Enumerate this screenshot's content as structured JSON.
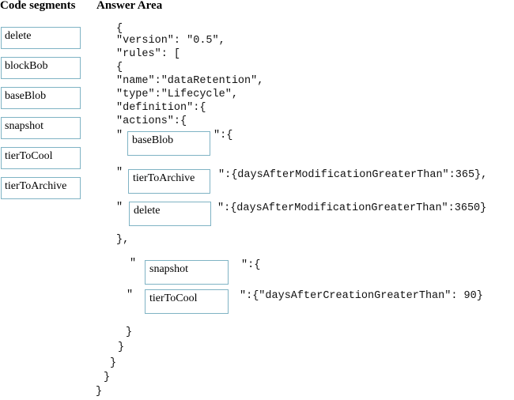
{
  "headers": {
    "code_segments": "Code segments",
    "answer_area": "Answer Area"
  },
  "code_segments": [
    {
      "label": "delete"
    },
    {
      "label": "blockBob"
    },
    {
      "label": "baseBlob"
    },
    {
      "label": "snapshot"
    },
    {
      "label": "tierToCool"
    },
    {
      "label": "tierToArchive"
    }
  ],
  "code": {
    "line1": "{",
    "line2": "\"version\": \"0.5\",",
    "line3": "\"rules\": [",
    "line4": "{",
    "line5": "\"name\":\"dataRetention\",",
    "line6": "\"type\":\"Lifecycle\",",
    "line7": "\"definition\":{",
    "line8": "\"actions\":{",
    "open_quote": "\"",
    "after_slot1": "\":{",
    "after_slot2": "\":{daysAfterModificationGreaterThan\":365},",
    "after_slot3": "\":{daysAfterModificationGreaterThan\":3650}",
    "close_base": "},",
    "after_slot4": "\":{",
    "after_slot5": "\":{\"daysAfterCreationGreaterThan\": 90}",
    "close1": "}",
    "close2": "}",
    "close3": "}",
    "close4": "}",
    "close5": "}"
  },
  "answer_slots": [
    {
      "value": "baseBlob"
    },
    {
      "value": "tierToArchive"
    },
    {
      "value": "delete"
    },
    {
      "value": "snapshot"
    },
    {
      "value": "tierToCool"
    }
  ]
}
